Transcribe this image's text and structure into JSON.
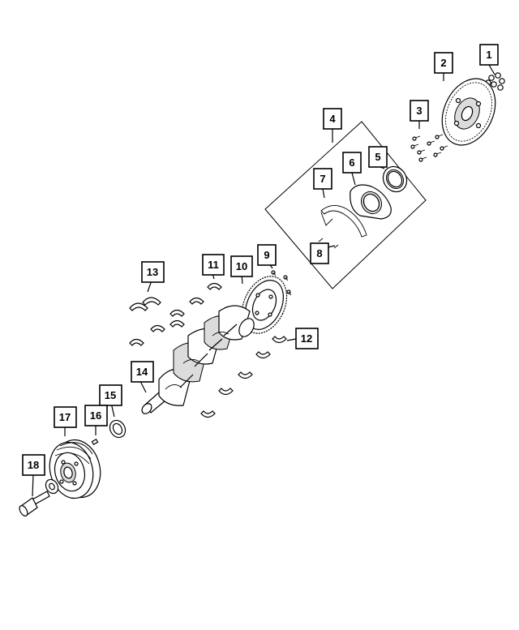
{
  "callouts": [
    {
      "id": "1",
      "label": "1"
    },
    {
      "id": "2",
      "label": "2"
    },
    {
      "id": "3",
      "label": "3"
    },
    {
      "id": "4",
      "label": "4"
    },
    {
      "id": "5",
      "label": "5"
    },
    {
      "id": "6",
      "label": "6"
    },
    {
      "id": "7",
      "label": "7"
    },
    {
      "id": "8",
      "label": "8"
    },
    {
      "id": "9",
      "label": "9"
    },
    {
      "id": "10",
      "label": "10"
    },
    {
      "id": "11",
      "label": "11"
    },
    {
      "id": "12",
      "label": "12"
    },
    {
      "id": "13",
      "label": "13"
    },
    {
      "id": "14",
      "label": "14"
    },
    {
      "id": "15",
      "label": "15"
    },
    {
      "id": "16",
      "label": "16"
    },
    {
      "id": "17",
      "label": "17"
    },
    {
      "id": "18",
      "label": "18"
    }
  ],
  "colors": {
    "line": "#000000",
    "background": "#ffffff",
    "shade": "#dcdcdc"
  }
}
